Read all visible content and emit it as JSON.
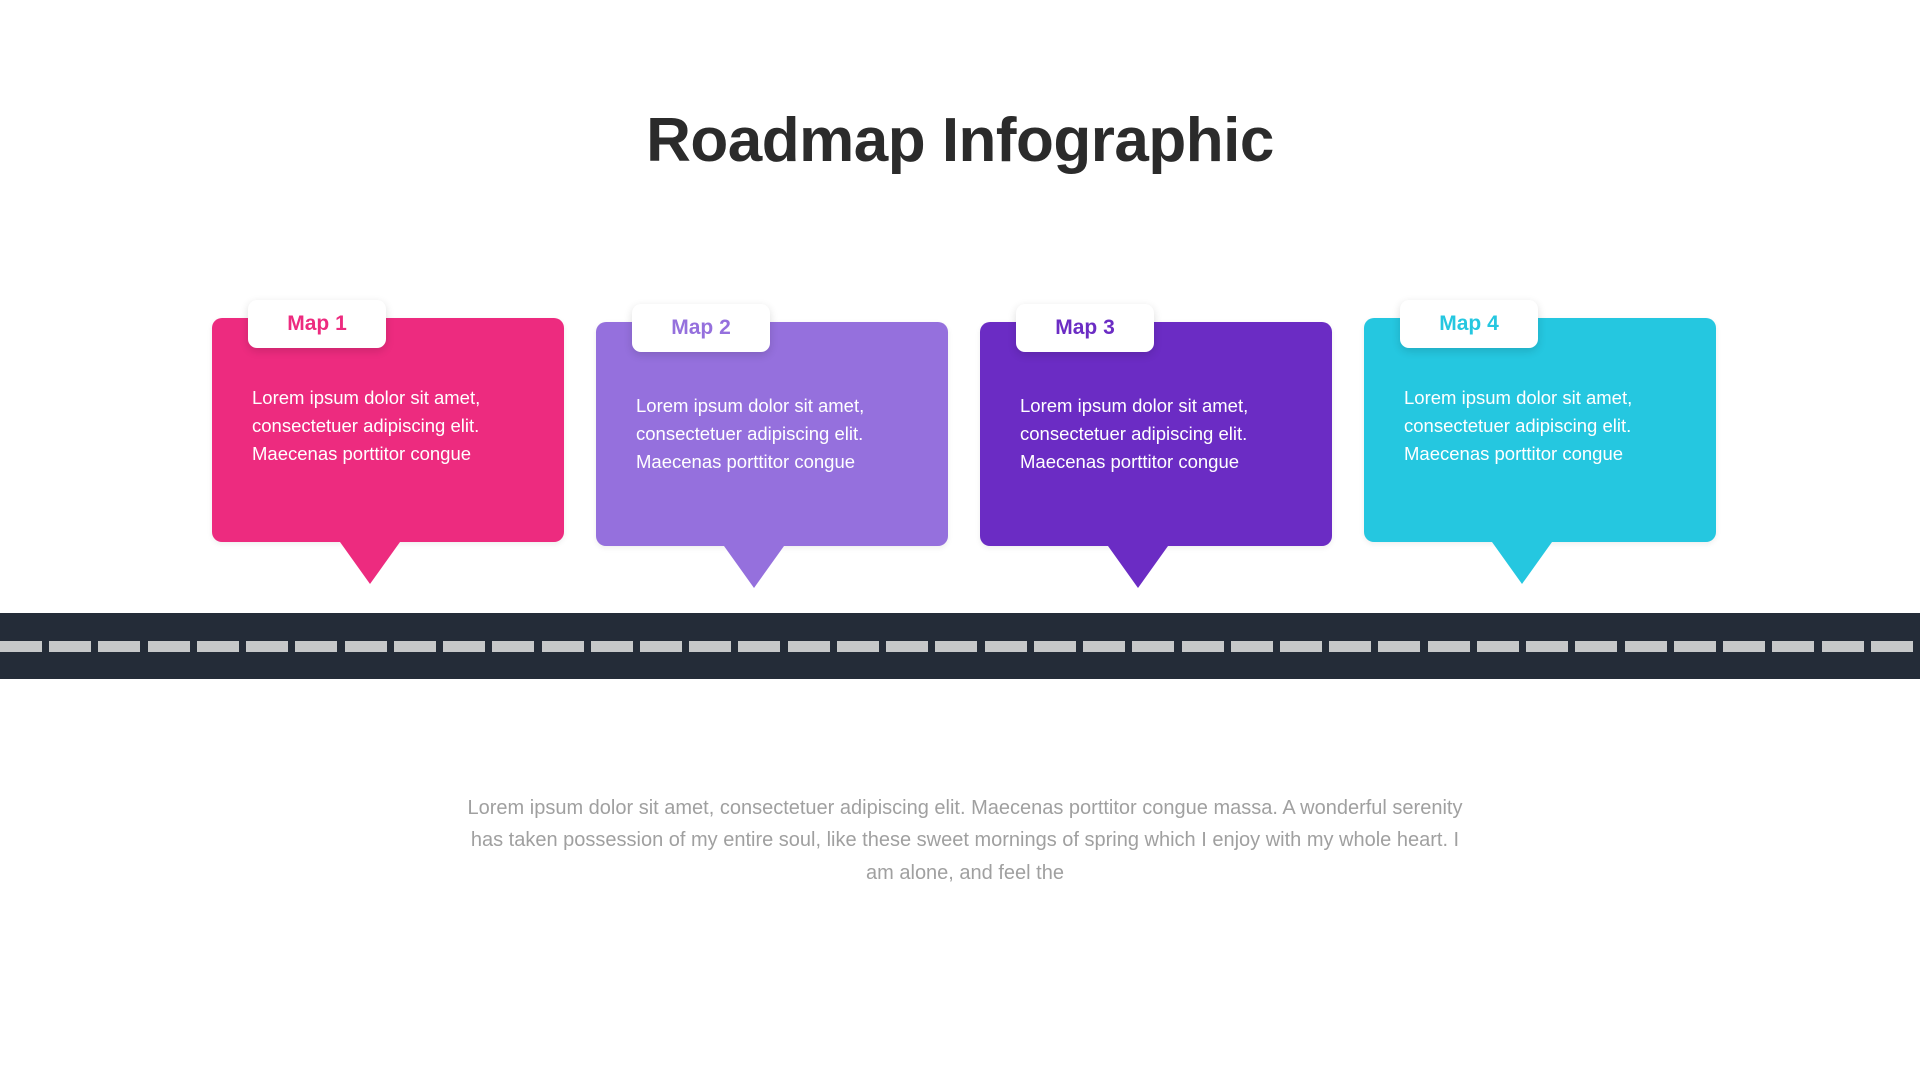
{
  "page": {
    "title": "Roadmap Infographic",
    "background_color": "#ffffff",
    "title_color": "#2b2b2b"
  },
  "cards": [
    {
      "badge_label": "Map 1",
      "body_text": "Lorem ipsum dolor sit amet, consectetuer adipiscing elit. Maecenas porttitor congue",
      "color": "#ed2b7f",
      "badge_text_color": "#ed2b7f"
    },
    {
      "badge_label": "Map 2",
      "body_text": "Lorem ipsum dolor sit amet, consectetuer adipiscing elit. Maecenas porttitor congue",
      "color": "#9570dd",
      "badge_text_color": "#9570dd"
    },
    {
      "badge_label": "Map 3",
      "body_text": "Lorem ipsum dolor sit amet, consectetuer adipiscing elit. Maecenas porttitor congue",
      "color": "#6b2cc4",
      "badge_text_color": "#6b2cc4"
    },
    {
      "badge_label": "Map 4",
      "body_text": "Lorem ipsum dolor sit amet, consectetuer adipiscing elit. Maecenas porttitor congue",
      "color": "#25c7e0",
      "badge_text_color": "#25c7e0"
    }
  ],
  "road": {
    "surface_color": "#242c38",
    "dash_color": "#c6c8c9",
    "dash_count": 39
  },
  "footer": {
    "paragraph": "Lorem ipsum dolor sit amet, consectetuer adipiscing elit. Maecenas porttitor congue massa. A wonderful serenity has taken possession of my entire soul, like these sweet mornings of spring which I enjoy with my whole heart. I am alone, and feel the",
    "text_color": "#a0a0a0"
  }
}
